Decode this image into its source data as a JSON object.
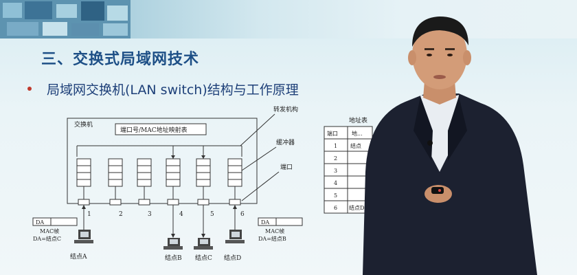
{
  "slide": {
    "title": "三、交换式局域网技术",
    "bullet": "局域网交换机(LAN switch)结构与工作原理"
  },
  "diagram": {
    "switch_label": "交换机",
    "map_table_label": "端口号/MAC地址映射表",
    "forwarding_label": "转发机构",
    "buffer_label": "缓冲器",
    "port_label": "端口",
    "port_numbers": [
      "1",
      "2",
      "3",
      "4",
      "5",
      "6"
    ],
    "left_frame": {
      "da": "DA",
      "frame": "MAC帧",
      "dest": "DA=结点C"
    },
    "right_frame": {
      "da": "DA",
      "frame": "MAC帧",
      "dest": "DA=结点B"
    },
    "nodes": [
      "结点A",
      "结点B",
      "结点C",
      "结点D"
    ]
  },
  "address_table": {
    "title": "地址表",
    "headers": [
      "端口",
      "地..."
    ],
    "rows": [
      {
        "port": "1",
        "node": "结点"
      },
      {
        "port": "2",
        "node": ""
      },
      {
        "port": "3",
        "node": ""
      },
      {
        "port": "4",
        "node": ""
      },
      {
        "port": "5",
        "node": ""
      },
      {
        "port": "6",
        "node": "结点D"
      }
    ]
  },
  "colors": {
    "title": "#1d4f86",
    "bullet": "#c0392b",
    "suit": "#1c2130",
    "shirt": "#e9edf2"
  }
}
